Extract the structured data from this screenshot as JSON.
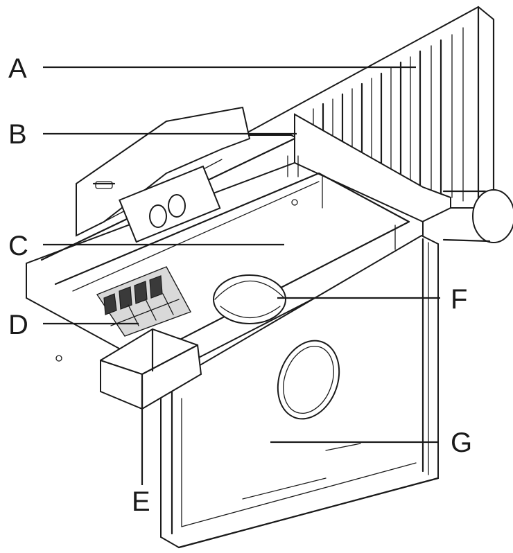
{
  "labels": {
    "A": "A",
    "B": "B",
    "C": "C",
    "D": "D",
    "E": "E",
    "F": "F",
    "G": "G"
  },
  "colors": {
    "line": "#1a1a1a",
    "background": "#ffffff",
    "shade": "#d9d9d9"
  }
}
